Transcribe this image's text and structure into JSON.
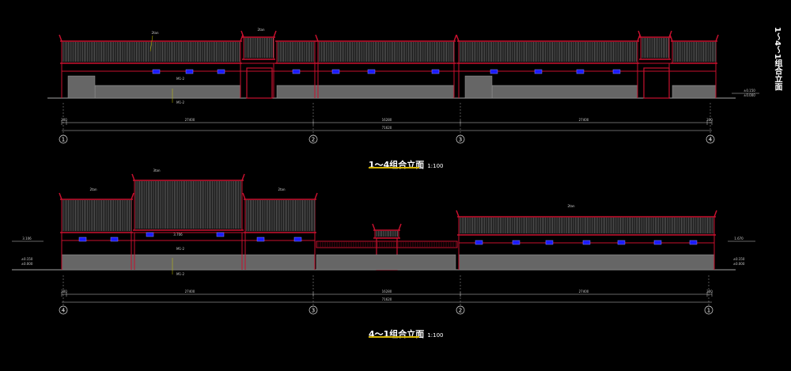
{
  "drawing": {
    "elevation_1": {
      "title": "1～4组合立面",
      "scale": "1:100",
      "axis_labels": [
        "1",
        "2",
        "3",
        "4"
      ],
      "dims_segment": [
        "300",
        "27400",
        "16280",
        "27400",
        "300"
      ],
      "dim_total": "71620",
      "level_marks": [
        "±0.150",
        "±0.000"
      ],
      "roof_tags": [
        "2tan",
        "2tan"
      ],
      "note_tag": "M1-2"
    },
    "elevation_2": {
      "title": "4～1组合立面",
      "scale": "1:100",
      "axis_labels": [
        "4",
        "3",
        "2",
        "1"
      ],
      "dims_segment": [
        "300",
        "27400",
        "16280",
        "27400",
        "300"
      ],
      "dim_total": "71620",
      "level_marks": [
        "3.106",
        "±0.150",
        "±0.000"
      ],
      "level_marks_right": [
        "1.670",
        "±0.150",
        "±0.000"
      ],
      "roof_tags": [
        "2tan",
        "3tan",
        "2tan",
        "2tan"
      ],
      "mid_tag": "3.706",
      "note_tag": "M1-2"
    },
    "side_title": "1～4～1组合立面",
    "colors": {
      "roof_line": "#8a8a8a",
      "frame": "#c8102e",
      "window": "#1a1aff",
      "wall": "#6b6b6b",
      "title_underline": "#d4b400",
      "dim_line": "#cccccc",
      "leader": "#c8c800"
    }
  }
}
